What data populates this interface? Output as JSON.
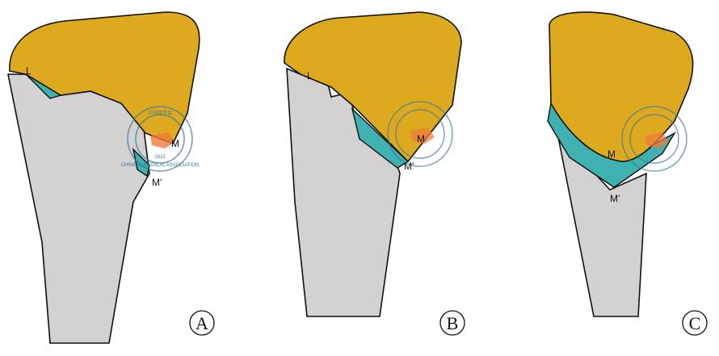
{
  "panels": [
    {
      "id": "A",
      "labels": {
        "lateral": "L",
        "medial": "M",
        "medial_prime": "M'"
      }
    },
    {
      "id": "B",
      "labels": {
        "lateral": "L",
        "medial": "M",
        "medial_prime": "M'"
      }
    },
    {
      "id": "C",
      "labels": {
        "medial": "M",
        "medial_prime": "M'"
      }
    }
  ],
  "watermark": {
    "cn": "中华医学会",
    "en": "CHINESE MEDICAL ASSOCIATION",
    "year": "1915"
  },
  "colors": {
    "head": "#ddaa1f",
    "wedge": "#3fb1b0",
    "bone": "#d3d1d2",
    "seal": "#3b7a99",
    "map": "#f07a3c"
  }
}
